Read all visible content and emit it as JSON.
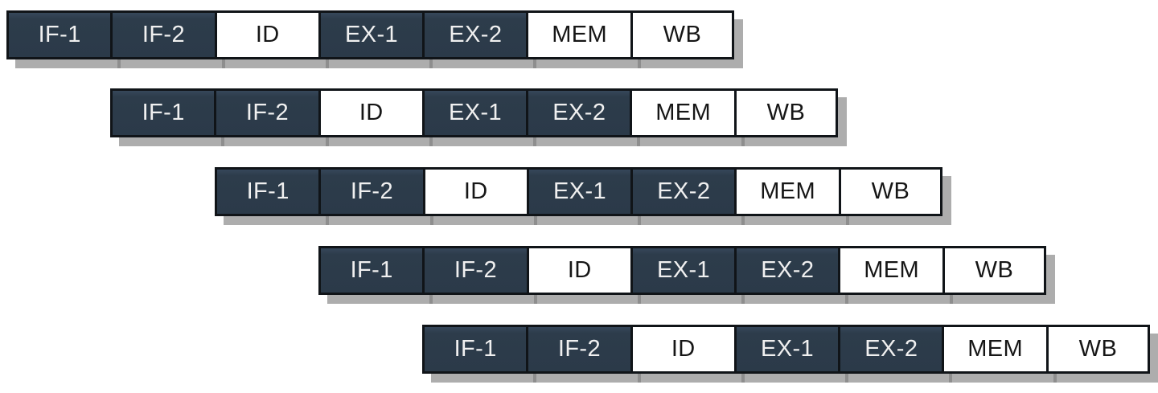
{
  "pipeline": {
    "stage_order": [
      "IF-1",
      "IF-2",
      "ID",
      "EX-1",
      "EX-2",
      "MEM",
      "WB"
    ],
    "stage_variants": {
      "IF-1": "dark",
      "IF-2": "dark",
      "ID": "light",
      "EX-1": "dark",
      "EX-2": "dark",
      "MEM": "light",
      "WB": "light"
    },
    "instructions": [
      {
        "stages": [
          "IF-1",
          "IF-2",
          "ID",
          "EX-1",
          "EX-2",
          "MEM",
          "WB"
        ]
      },
      {
        "stages": [
          "IF-1",
          "IF-2",
          "ID",
          "EX-1",
          "EX-2",
          "MEM",
          "WB"
        ]
      },
      {
        "stages": [
          "IF-1",
          "IF-2",
          "ID",
          "EX-1",
          "EX-2",
          "MEM",
          "WB"
        ]
      },
      {
        "stages": [
          "IF-1",
          "IF-2",
          "ID",
          "EX-1",
          "EX-2",
          "MEM",
          "WB"
        ]
      },
      {
        "stages": [
          "IF-1",
          "IF-2",
          "ID",
          "EX-1",
          "EX-2",
          "MEM",
          "WB"
        ]
      }
    ],
    "colors": {
      "dark_fill": "#2d3c4b",
      "light_fill": "#ffffff",
      "border": "#101418",
      "dark_text": "#f0f0f0",
      "light_text": "#161616",
      "shadow": "#adadad",
      "shadow_tick": "#8e8e8e"
    }
  }
}
